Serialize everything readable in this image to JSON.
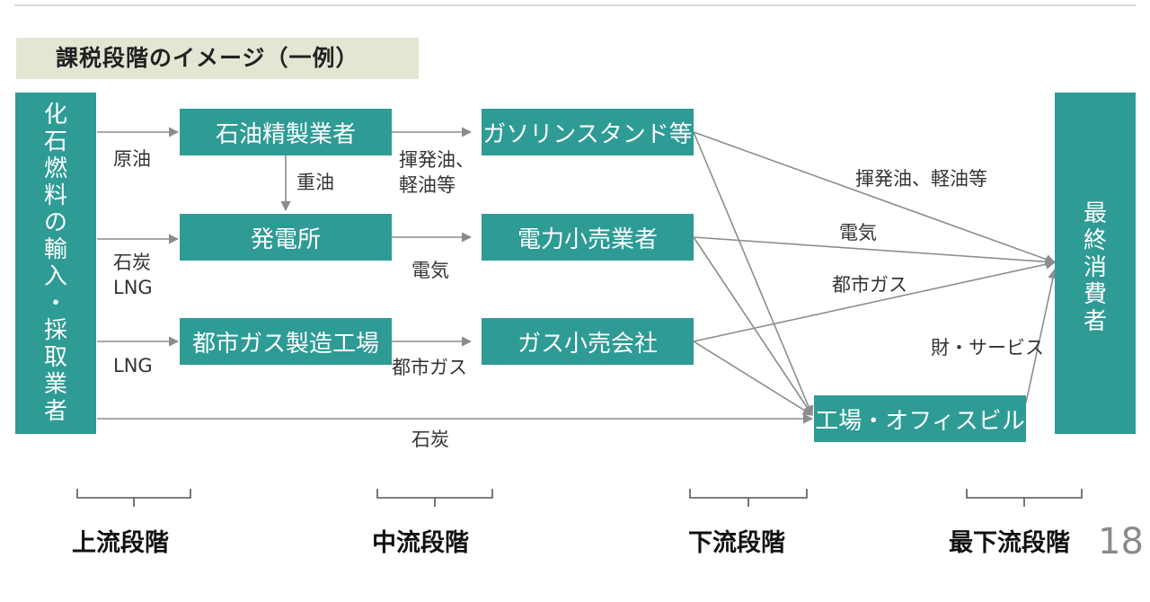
{
  "title": "課税段階のイメージ（一例）",
  "boxes": {
    "fossil": "化石燃料の輸入・採取業者",
    "refinery": "石油精製業者",
    "power_plant": "発電所",
    "gas_plant": "都市ガス製造工場",
    "gas_station": "ガソリンスタンド等",
    "electricity_retailer": "電力小売業者",
    "gas_retailer": "ガス小売会社",
    "factory_office": "工場・オフィスビル",
    "consumer": "最終消費者"
  },
  "labels": {
    "crude_oil": "原油",
    "coal_lng": "石炭",
    "lng_1": "LNG",
    "lng_2": "LNG",
    "heavy_oil": "重油",
    "gasoline_1": "揮発油、",
    "gasoline_2": "軽油等",
    "electricity_mid": "電気",
    "city_gas_mid": "都市ガス",
    "coal_bottom": "石炭",
    "gasoline_right": "揮発油、軽油等",
    "electricity_right": "電気",
    "city_gas_right": "都市ガス",
    "goods_services": "財・サービス"
  },
  "stages": {
    "upstream": "上流段階",
    "midstream": "中流段階",
    "downstream": "下流段階",
    "most_downstream": "最下流段階"
  },
  "page_number": "18",
  "colors": {
    "box": "#2e9b95",
    "title_band": "#e3e6d3",
    "arrow": "#8c8c8c"
  }
}
